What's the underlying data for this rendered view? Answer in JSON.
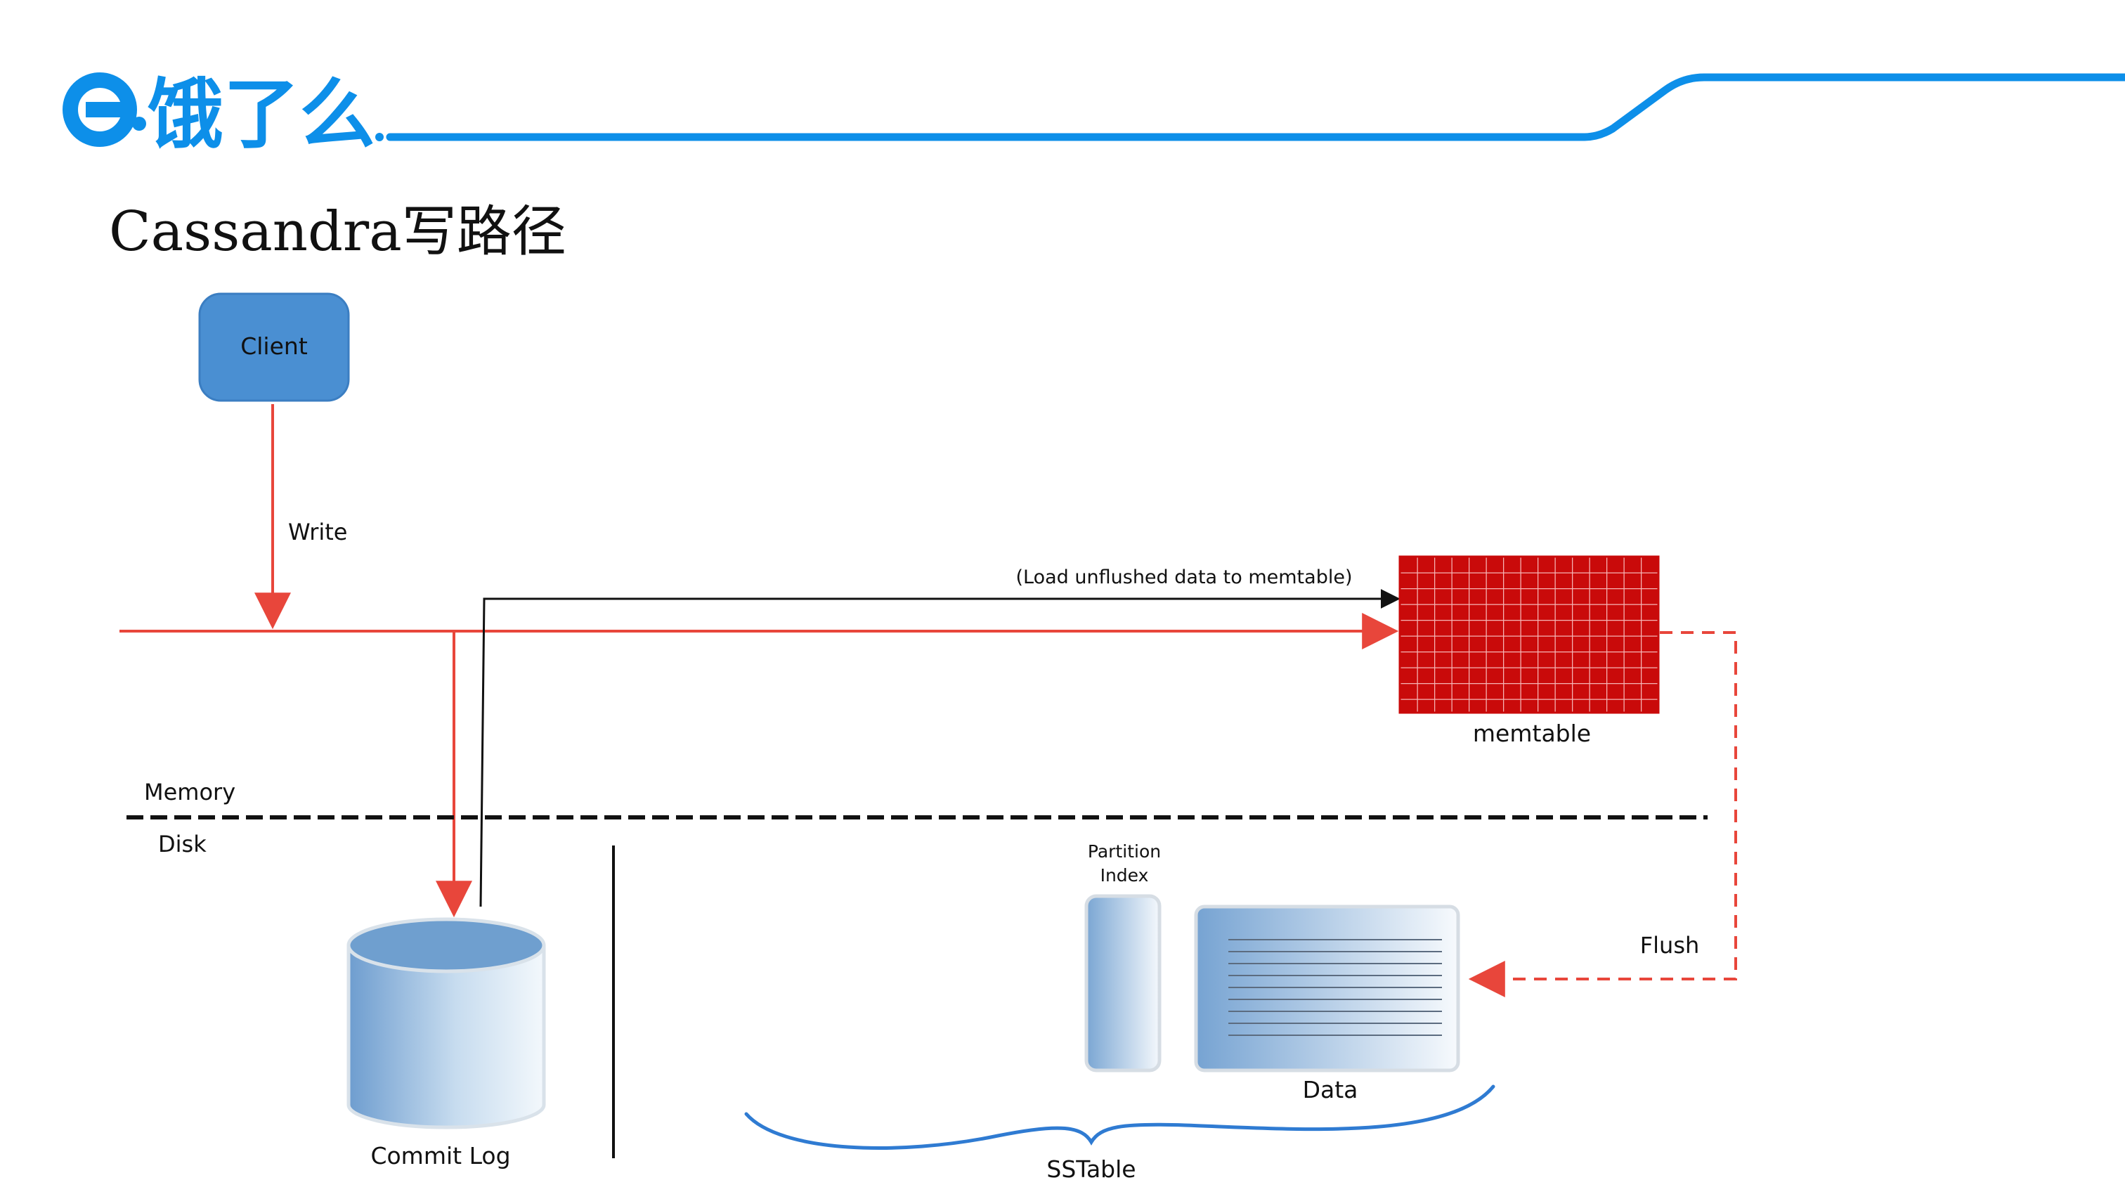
{
  "slide": {
    "logo_text": "饿了么",
    "title": "Cassandra写路径"
  },
  "diagram": {
    "client_label": "Client",
    "write_label": "Write",
    "load_label": "(Load unflushed data to memtable)",
    "memtable_label": "memtable",
    "memory_label": "Memory",
    "disk_label": "Disk",
    "commit_log_label": "Commit Log",
    "partition_index_line1": "Partition",
    "partition_index_line2": "Index",
    "data_label": "Data",
    "flush_label": "Flush",
    "sstable_label": "SSTable"
  },
  "colors": {
    "brand_blue": "#0d8fe9",
    "client_box": "#4a8fd2",
    "write_red": "#e8463b",
    "memtable_red": "#c90a0a",
    "storage_blue": "#6f9fcf"
  }
}
